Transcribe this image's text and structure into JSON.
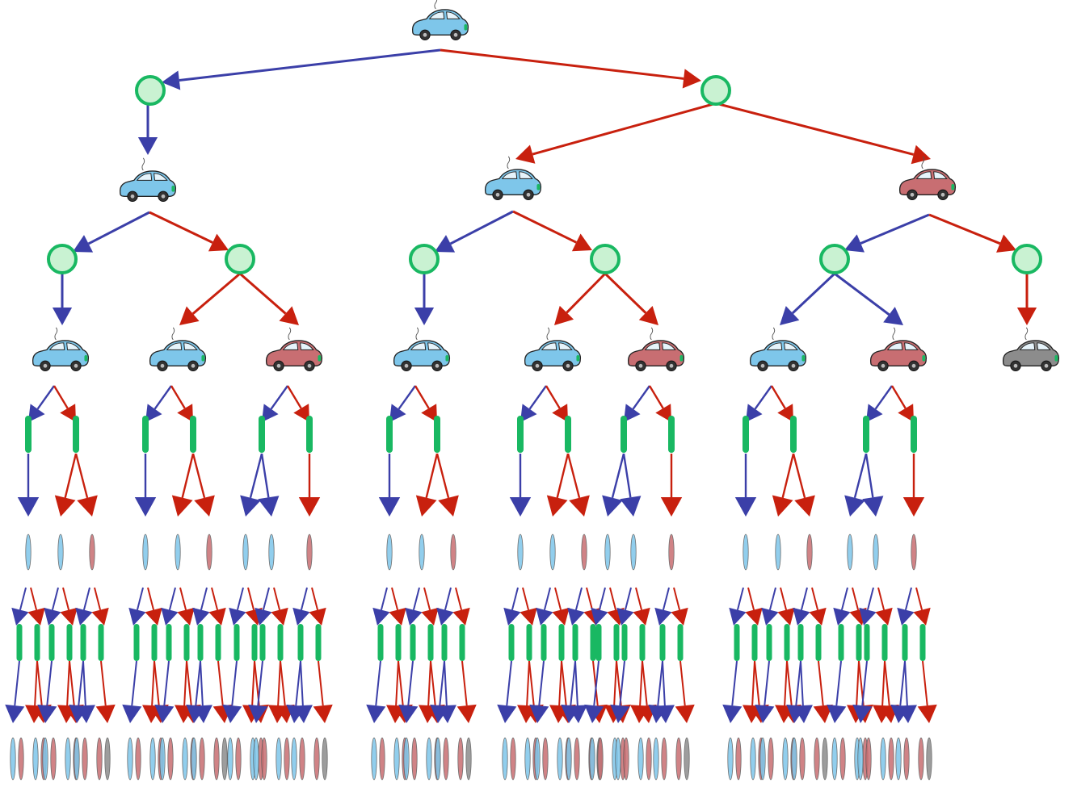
{
  "diagram": {
    "type": "expectimax-search-tree",
    "node_kinds": {
      "state": "car-icon",
      "chance": "chance-node-circle"
    },
    "car_conditions": [
      "cool",
      "warm",
      "overheated"
    ],
    "action_arrows": [
      {
        "action": "slow",
        "color": "#3b3fa8"
      },
      {
        "action": "fast",
        "color": "#c8200e"
      }
    ],
    "colors": {
      "chance_fill": "#c9f2d2",
      "chance_stroke": "#19b862",
      "car_cool": "#7ec6ea",
      "car_warm": "#c86e72",
      "car_overheated": "#8c8c8c",
      "line_slow": "#3b3fa8",
      "line_fast": "#c8200e"
    },
    "levels_shown": 3
  }
}
